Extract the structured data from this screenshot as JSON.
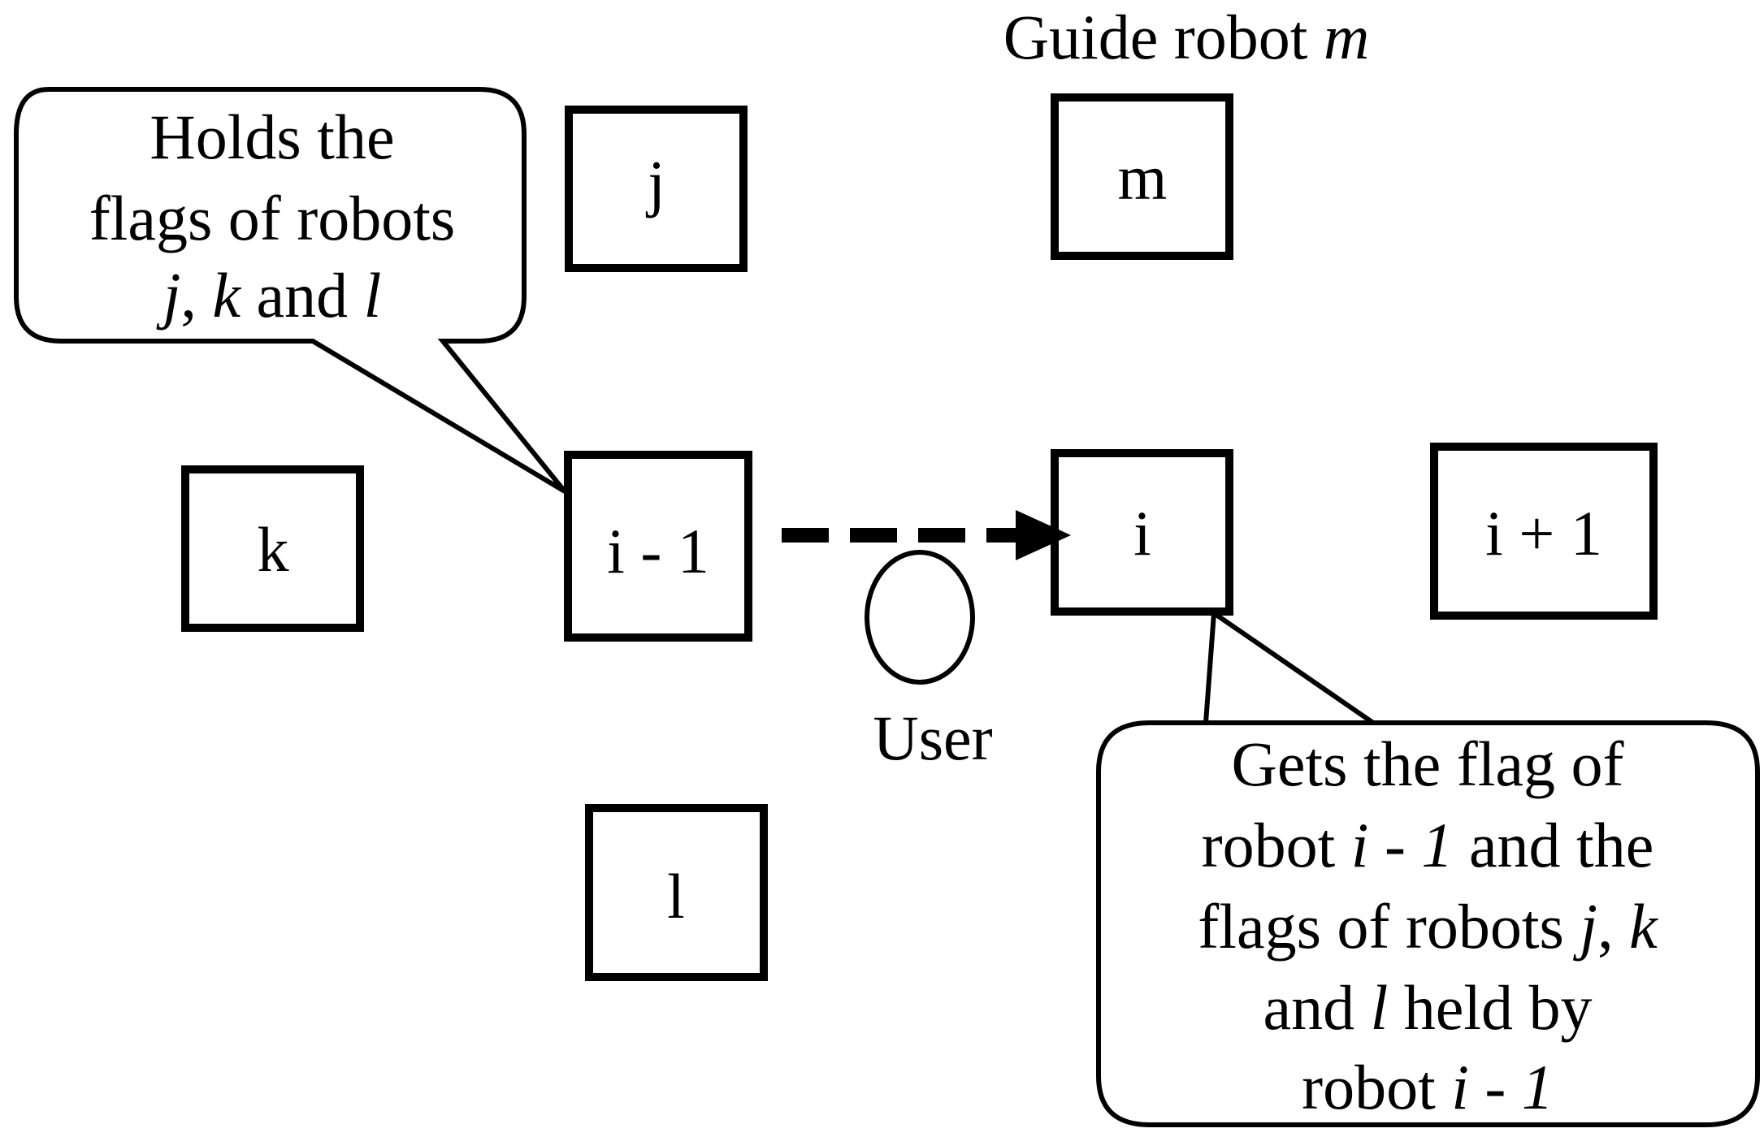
{
  "guide_label": {
    "prefix": "Guide robot ",
    "var": "m"
  },
  "robots": {
    "j": "j",
    "m": "m",
    "k": "k",
    "i_minus_1": "i - 1",
    "i": "i",
    "i_plus_1": "i + 1",
    "l": "l"
  },
  "user_label": "User",
  "callout_left": {
    "line1": "Holds the",
    "line2": "flags of robots",
    "line3_j": "j",
    "line3_comma": ", ",
    "line3_k": "k",
    "line3_and": " and ",
    "line3_l": "l"
  },
  "callout_right": {
    "line1": "Gets the flag of",
    "line2_a": "robot ",
    "line2_var": "i - 1",
    "line2_b": " and the",
    "line3_a": "flags of robots ",
    "line3_j": "j",
    "line3_comma": ", ",
    "line3_k": "k",
    "line4_a": "and ",
    "line4_l": "l",
    "line4_b": " held by",
    "line5_a": "robot ",
    "line5_var": "i - 1"
  },
  "colors": {
    "stroke": "#000000",
    "background": "#ffffff"
  }
}
